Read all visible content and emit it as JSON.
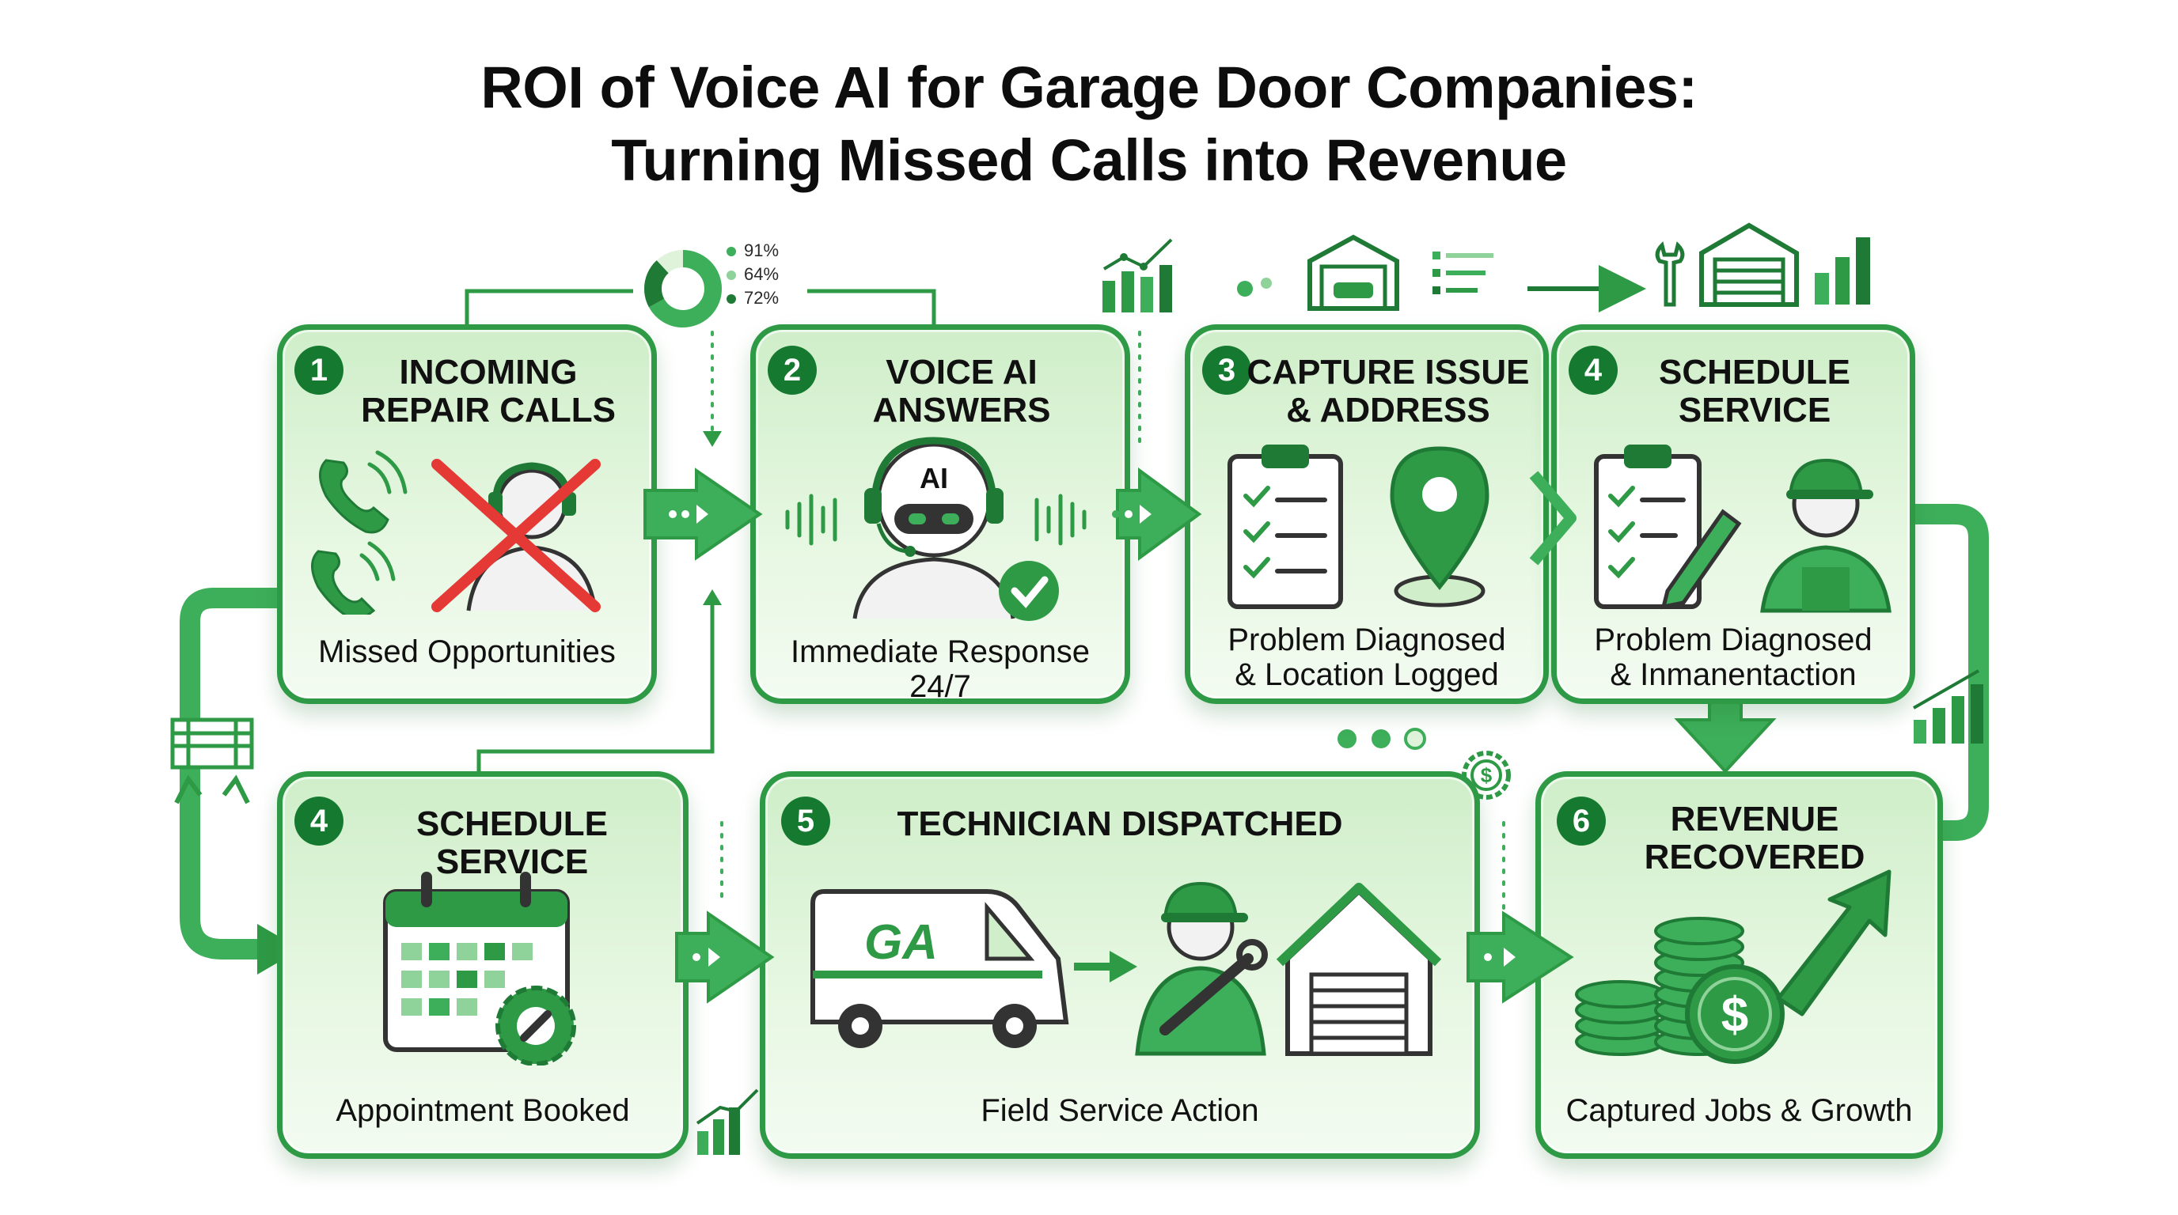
{
  "title": {
    "line1": "ROI of Voice AI for Garage Door Companies:",
    "line2": "Turning Missed Calls into Revenue"
  },
  "legend": [
    {
      "label": "91%",
      "color": "#3dae5a"
    },
    {
      "label": "64%",
      "color": "#8fd39a"
    },
    {
      "label": "72%",
      "color": "#1f7a36"
    }
  ],
  "steps": [
    {
      "id": "s1",
      "number": "1",
      "heading": "INCOMING\nREPAIR CALLS",
      "caption": "Missed Opportunities",
      "icons": [
        "phone-ringing-icon",
        "caller-crossed-out-icon"
      ]
    },
    {
      "id": "s2",
      "number": "2",
      "heading": "VOICE AI\nANSWERS",
      "caption": "Immediate Response 24/7",
      "icons": [
        "ai-robot-headset-icon",
        "checkmark-icon"
      ]
    },
    {
      "id": "s3",
      "number": "3",
      "heading": "CAPTURE ISSUE\n& ADDRESS",
      "caption": "Problem Diagnosed\n& Location Logged",
      "icons": [
        "clipboard-checklist-icon",
        "location-pin-icon"
      ]
    },
    {
      "id": "s4a",
      "number": "4",
      "heading": "SCHEDULE\nSERVICE",
      "caption": "Problem  Diagnosed\n& Inmanentaction",
      "icons": [
        "checklist-pencil-icon",
        "technician-icon"
      ]
    },
    {
      "id": "s4b",
      "number": "4",
      "heading": "SCHEDULE SERVICE",
      "caption": "Appointment Booked",
      "icons": [
        "calendar-gear-icon"
      ]
    },
    {
      "id": "s5",
      "number": "5",
      "heading": "TECHNICIAN DISPATCHED",
      "caption": "Field Service Action",
      "icons": [
        "van-icon",
        "technician-wrench-icon",
        "garage-house-icon"
      ]
    },
    {
      "id": "s6",
      "number": "6",
      "heading": "REVENUE\nRECOVERED",
      "caption": "Captured Jobs & Growth",
      "icons": [
        "coin-stacks-icon",
        "growth-arrow-icon"
      ]
    }
  ],
  "van_logo": "GA",
  "ai_label": "AI",
  "colors": {
    "primary": "#2e9a46",
    "dark": "#157a30",
    "light": "#dff3da",
    "red": "#e53935"
  }
}
